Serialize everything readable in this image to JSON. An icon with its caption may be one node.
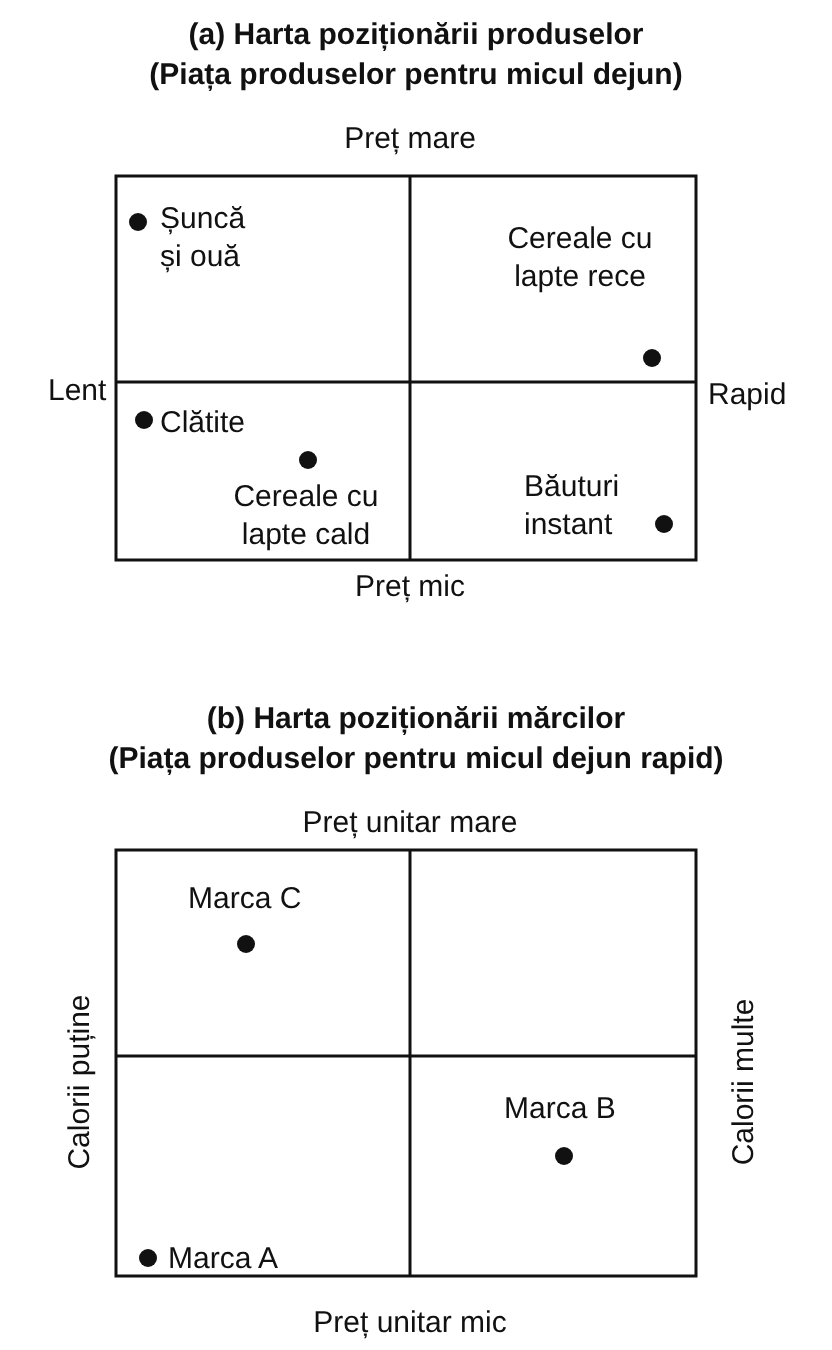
{
  "diagram": {
    "labels": [
      "(a) Harta poziționării produselor",
      "(Piața produselor pentru micul dejun)",
      "Preț mare",
      "Șuncă și ouă",
      "Cereale cu lapte rece",
      "Lent",
      "Rapid",
      "Clătite",
      "Cereale cu lapte cald",
      "Băuturi instant",
      "Preț mic",
      "(b) Harta poziționării mărcilor",
      "(Piața produselor pentru micul dejun rapid)",
      "Preț unitar mare",
      "Marca C",
      "Calorii puține",
      "Calorii multe",
      "Marca B",
      "Marca A",
      "Preț unitar mic"
    ]
  }
}
